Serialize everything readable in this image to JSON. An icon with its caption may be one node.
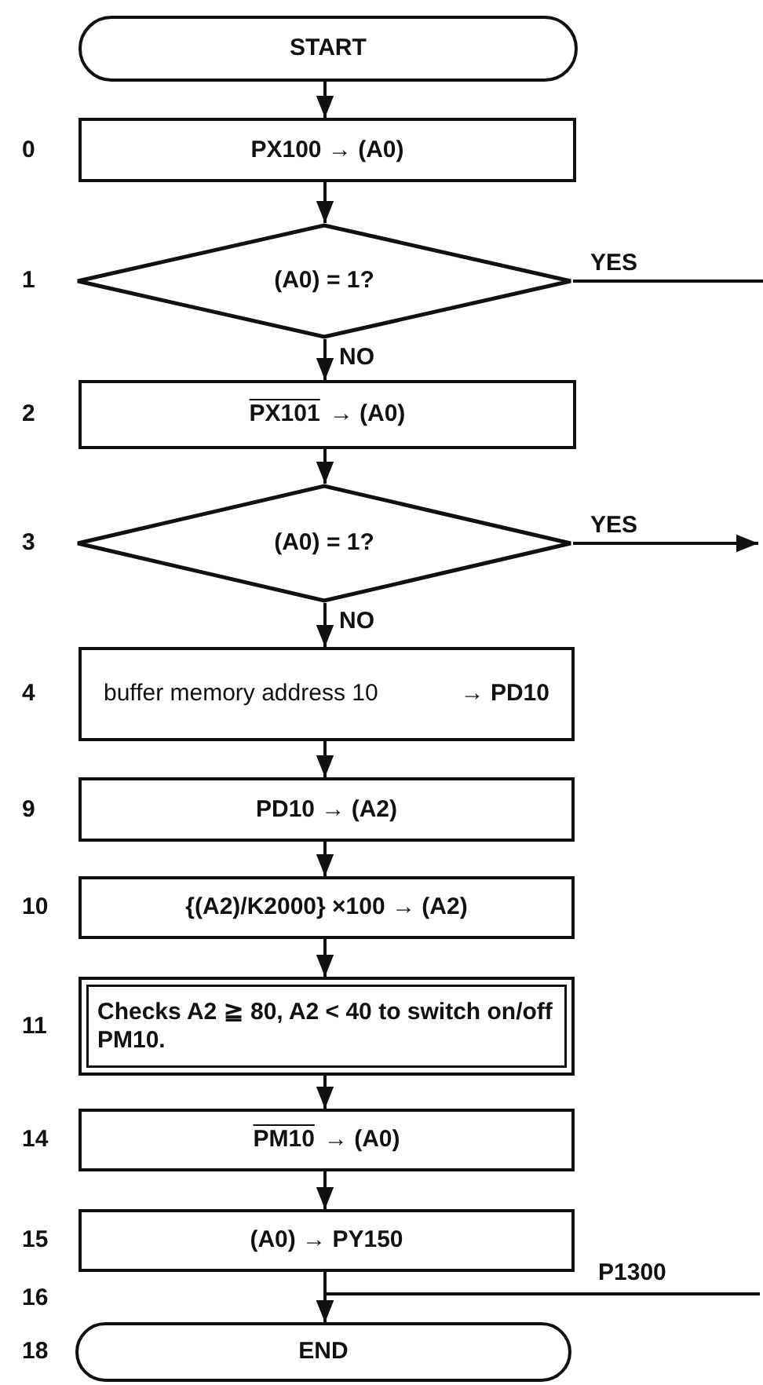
{
  "diagram": {
    "nodes": [
      {
        "text": [
          "START"
        ]
      },
      {
        "text": [
          "PX100 → (A0)"
        ],
        "beside": [
          "0"
        ]
      },
      {
        "text": [
          "(A0) = 1?"
        ],
        "beside": [
          "1"
        ]
      },
      {
        "text": [
          "PX101",
          "→ (A0)"
        ],
        "beside": [
          "2"
        ]
      },
      {
        "text": [
          "(A0) = 1?"
        ],
        "beside": [
          "3"
        ]
      },
      {
        "text": [
          "buffer memory address 10",
          "→ PD10"
        ],
        "beside": [
          "4"
        ]
      },
      {
        "text": [
          "PD10 → (A2)"
        ],
        "beside": [
          "9"
        ]
      },
      {
        "text": [
          "{(A2)/K2000} ×100 → (A2)"
        ],
        "beside": [
          "10"
        ]
      },
      {
        "text": [
          "Checks A2 ≧ 80, A2 < 40 to switch on/off PM10."
        ],
        "beside": [
          "11"
        ]
      },
      {
        "text": [
          "PM10",
          "→ (A0)"
        ],
        "beside": [
          "14"
        ]
      },
      {
        "text": [
          "(A0) → PY150"
        ],
        "beside": [
          "15"
        ]
      },
      {
        "text": [
          "END"
        ],
        "beside": [
          "18"
        ]
      }
    ],
    "edges": [
      {
        "from": 0,
        "to": 1,
        "arrow": "to"
      },
      {
        "from": 1,
        "to": 2,
        "arrow": "to"
      },
      {
        "from": 2,
        "to": null,
        "arrow": "none",
        "label": "YES"
      },
      {
        "from": 2,
        "to": 3,
        "arrow": "to",
        "label": "NO"
      },
      {
        "from": 3,
        "to": 4,
        "arrow": "to"
      },
      {
        "from": 4,
        "to": null,
        "arrow": "to",
        "label": "YES"
      },
      {
        "from": 4,
        "to": 5,
        "arrow": "to",
        "label": "NO"
      },
      {
        "from": 5,
        "to": 6,
        "arrow": "to"
      },
      {
        "from": 6,
        "to": 7,
        "arrow": "to"
      },
      {
        "from": 7,
        "to": 8,
        "arrow": "to"
      },
      {
        "from": 8,
        "to": 9,
        "arrow": "to"
      },
      {
        "from": 9,
        "to": 10,
        "arrow": "to"
      },
      {
        "from": 10,
        "to": 11,
        "arrow": "to"
      },
      {
        "from": null,
        "to": 11,
        "arrow": "to",
        "label": "P1300"
      }
    ],
    "labels": [
      "16"
    ]
  }
}
